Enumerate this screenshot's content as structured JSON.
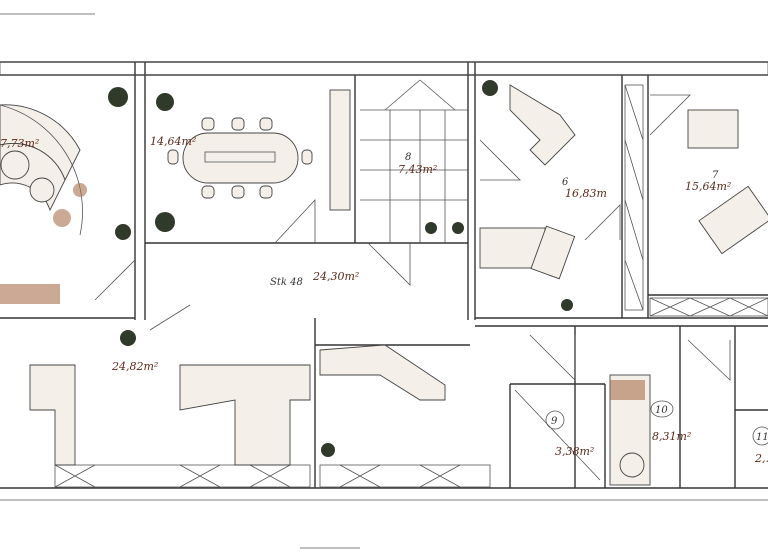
{
  "plan": {
    "rooms": [
      {
        "number": "",
        "area": "7,73m²"
      },
      {
        "number": "",
        "area": "14,64m²"
      },
      {
        "number": "8",
        "area": "7,43m²"
      },
      {
        "number": "",
        "area": "24,30m²"
      },
      {
        "number": "6",
        "area": "16,83m"
      },
      {
        "number": "7",
        "area": "15,64m²"
      },
      {
        "number": "",
        "area": "24,82m²"
      },
      {
        "number": "9",
        "area": "3,38m²"
      },
      {
        "number": "10",
        "area": "8,31m²"
      },
      {
        "number": "11",
        "area": "2,.."
      }
    ],
    "corridor_note": "Stk 48"
  },
  "colors": {
    "ink": "#333333",
    "annotation": "#5a2a1a",
    "wood": "#a8704e",
    "plant": "#2f3a2a"
  }
}
